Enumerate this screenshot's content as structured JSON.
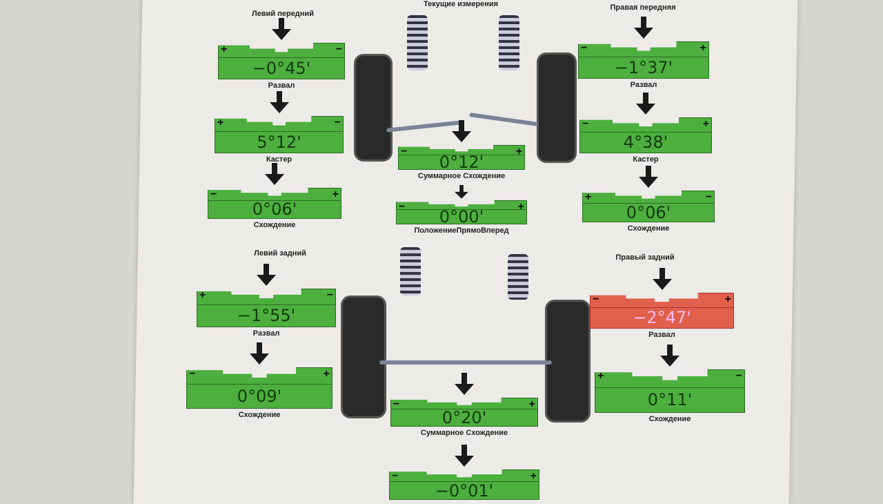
{
  "headers": {
    "current": "Текущие измерения",
    "left_front": "Левий передний",
    "right_front": "Правая передняя",
    "left_rear": "Левий задний",
    "right_rear": "Правый задний"
  },
  "gauges": [
    {
      "id": "lf-camber",
      "value": "−0°45'",
      "label": "Развал",
      "left_sign": "+",
      "right_sign": "−",
      "status": "ok"
    },
    {
      "id": "lf-caster",
      "value": "5°12'",
      "label": "Кастер",
      "left_sign": "+",
      "right_sign": "−",
      "status": "ok"
    },
    {
      "id": "lf-toe",
      "value": "0°06'",
      "label": "Схождение",
      "left_sign": "−",
      "right_sign": "+",
      "status": "ok"
    },
    {
      "id": "rf-camber",
      "value": "−1°37'",
      "label": "Развал",
      "left_sign": "−",
      "right_sign": "+",
      "status": "ok"
    },
    {
      "id": "rf-caster",
      "value": "4°38'",
      "label": "Кастер",
      "left_sign": "−",
      "right_sign": "+",
      "status": "ok"
    },
    {
      "id": "rf-toe",
      "value": "0°06'",
      "label": "Схождение",
      "left_sign": "+",
      "right_sign": "−",
      "status": "ok"
    },
    {
      "id": "front-total-toe",
      "value": "0°12'",
      "label": "Суммарное Схождение",
      "left_sign": "−",
      "right_sign": "+",
      "status": "ok"
    },
    {
      "id": "thrust-front",
      "value": "0°00'",
      "label": "ПоложениеПрямоВперед",
      "left_sign": "−",
      "right_sign": "+",
      "status": "ok"
    },
    {
      "id": "lr-camber",
      "value": "−1°55'",
      "label": "Развал",
      "left_sign": "+",
      "right_sign": "−",
      "status": "ok"
    },
    {
      "id": "lr-toe",
      "value": "0°09'",
      "label": "Схождение",
      "left_sign": "−",
      "right_sign": "+",
      "status": "ok"
    },
    {
      "id": "rr-camber",
      "value": "−2°47'",
      "label": "Развал",
      "left_sign": "−",
      "right_sign": "+",
      "status": "out"
    },
    {
      "id": "rr-toe",
      "value": "0°11'",
      "label": "Схождение",
      "left_sign": "+",
      "right_sign": "−",
      "status": "ok"
    },
    {
      "id": "rear-total-toe",
      "value": "0°20'",
      "label": "Суммарное Схождение",
      "left_sign": "−",
      "right_sign": "+",
      "status": "ok"
    },
    {
      "id": "rear-thrust",
      "value": "−0°01'",
      "label": "",
      "left_sign": "−",
      "right_sign": "+",
      "status": "ok"
    }
  ]
}
